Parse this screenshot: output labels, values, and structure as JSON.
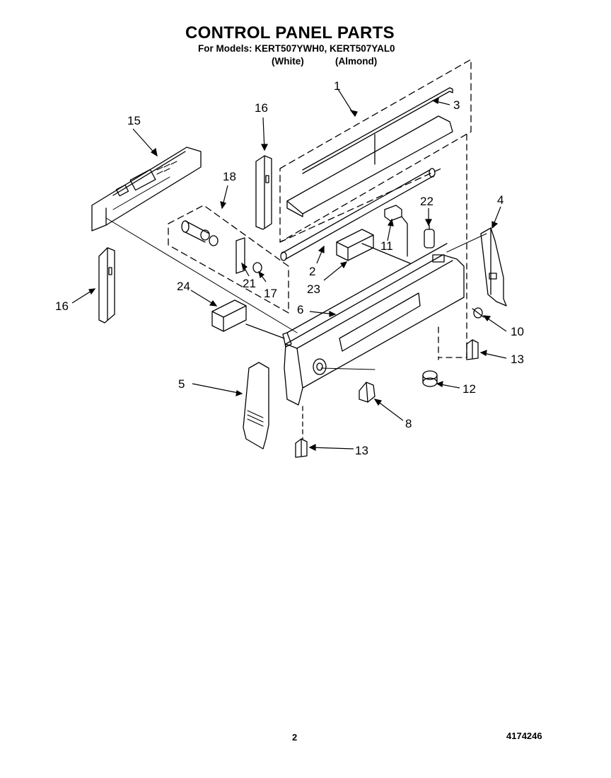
{
  "header": {
    "title": "CONTROL PANEL PARTS",
    "models_line": "For Models: KERT507YWH0, KERT507YAL0",
    "color_white": "(White)",
    "color_almond": "(Almond)"
  },
  "callouts": [
    "1",
    "3",
    "16",
    "15",
    "18",
    "22",
    "4",
    "2",
    "11",
    "23",
    "21",
    "17",
    "24",
    "6",
    "16",
    "10",
    "13",
    "5",
    "12",
    "8",
    "13"
  ],
  "footer": {
    "page_number": "2",
    "document_number": "4174246"
  }
}
